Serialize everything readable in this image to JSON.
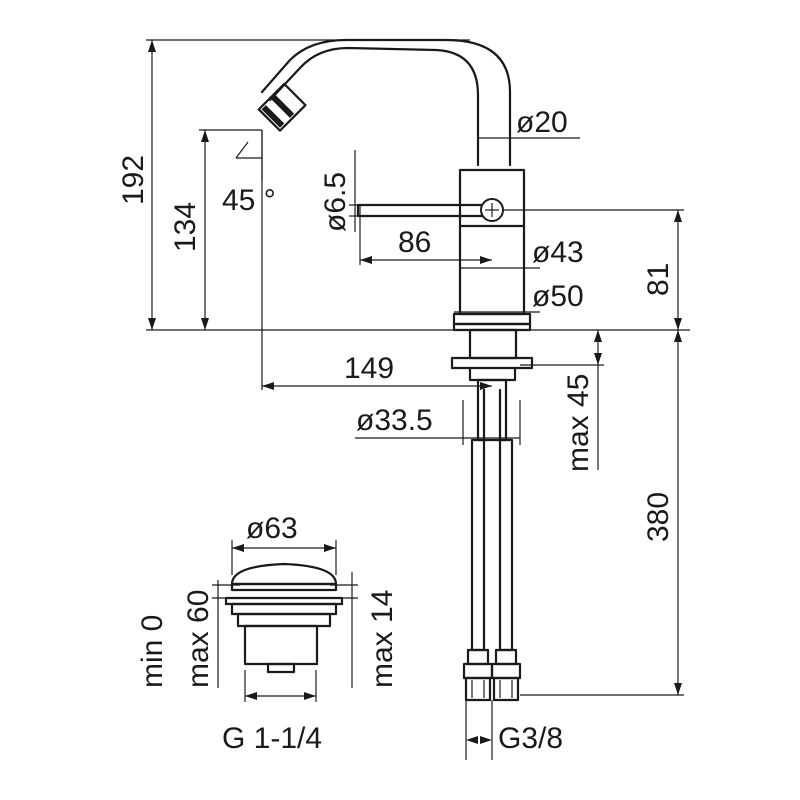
{
  "drawing": {
    "labels": {
      "height_total": "192",
      "height_spout": "134",
      "angle": "45 °",
      "lever_dia": "ø6.5",
      "lever_length": "86",
      "spout_dia": "ø20",
      "body_dia": "ø43",
      "base_dia": "ø50",
      "body_height": "81",
      "reach": "149",
      "hole_dia": "ø33.5",
      "max_thickness": "max 45",
      "hose_length": "380",
      "waste_dia": "ø63",
      "waste_range": "min 0\nmax 60",
      "waste_min": "min 0",
      "waste_max": "max 60",
      "waste_height": "max 14",
      "waste_thread": "G 1-1/4",
      "hose_thread": "G3/8"
    }
  }
}
